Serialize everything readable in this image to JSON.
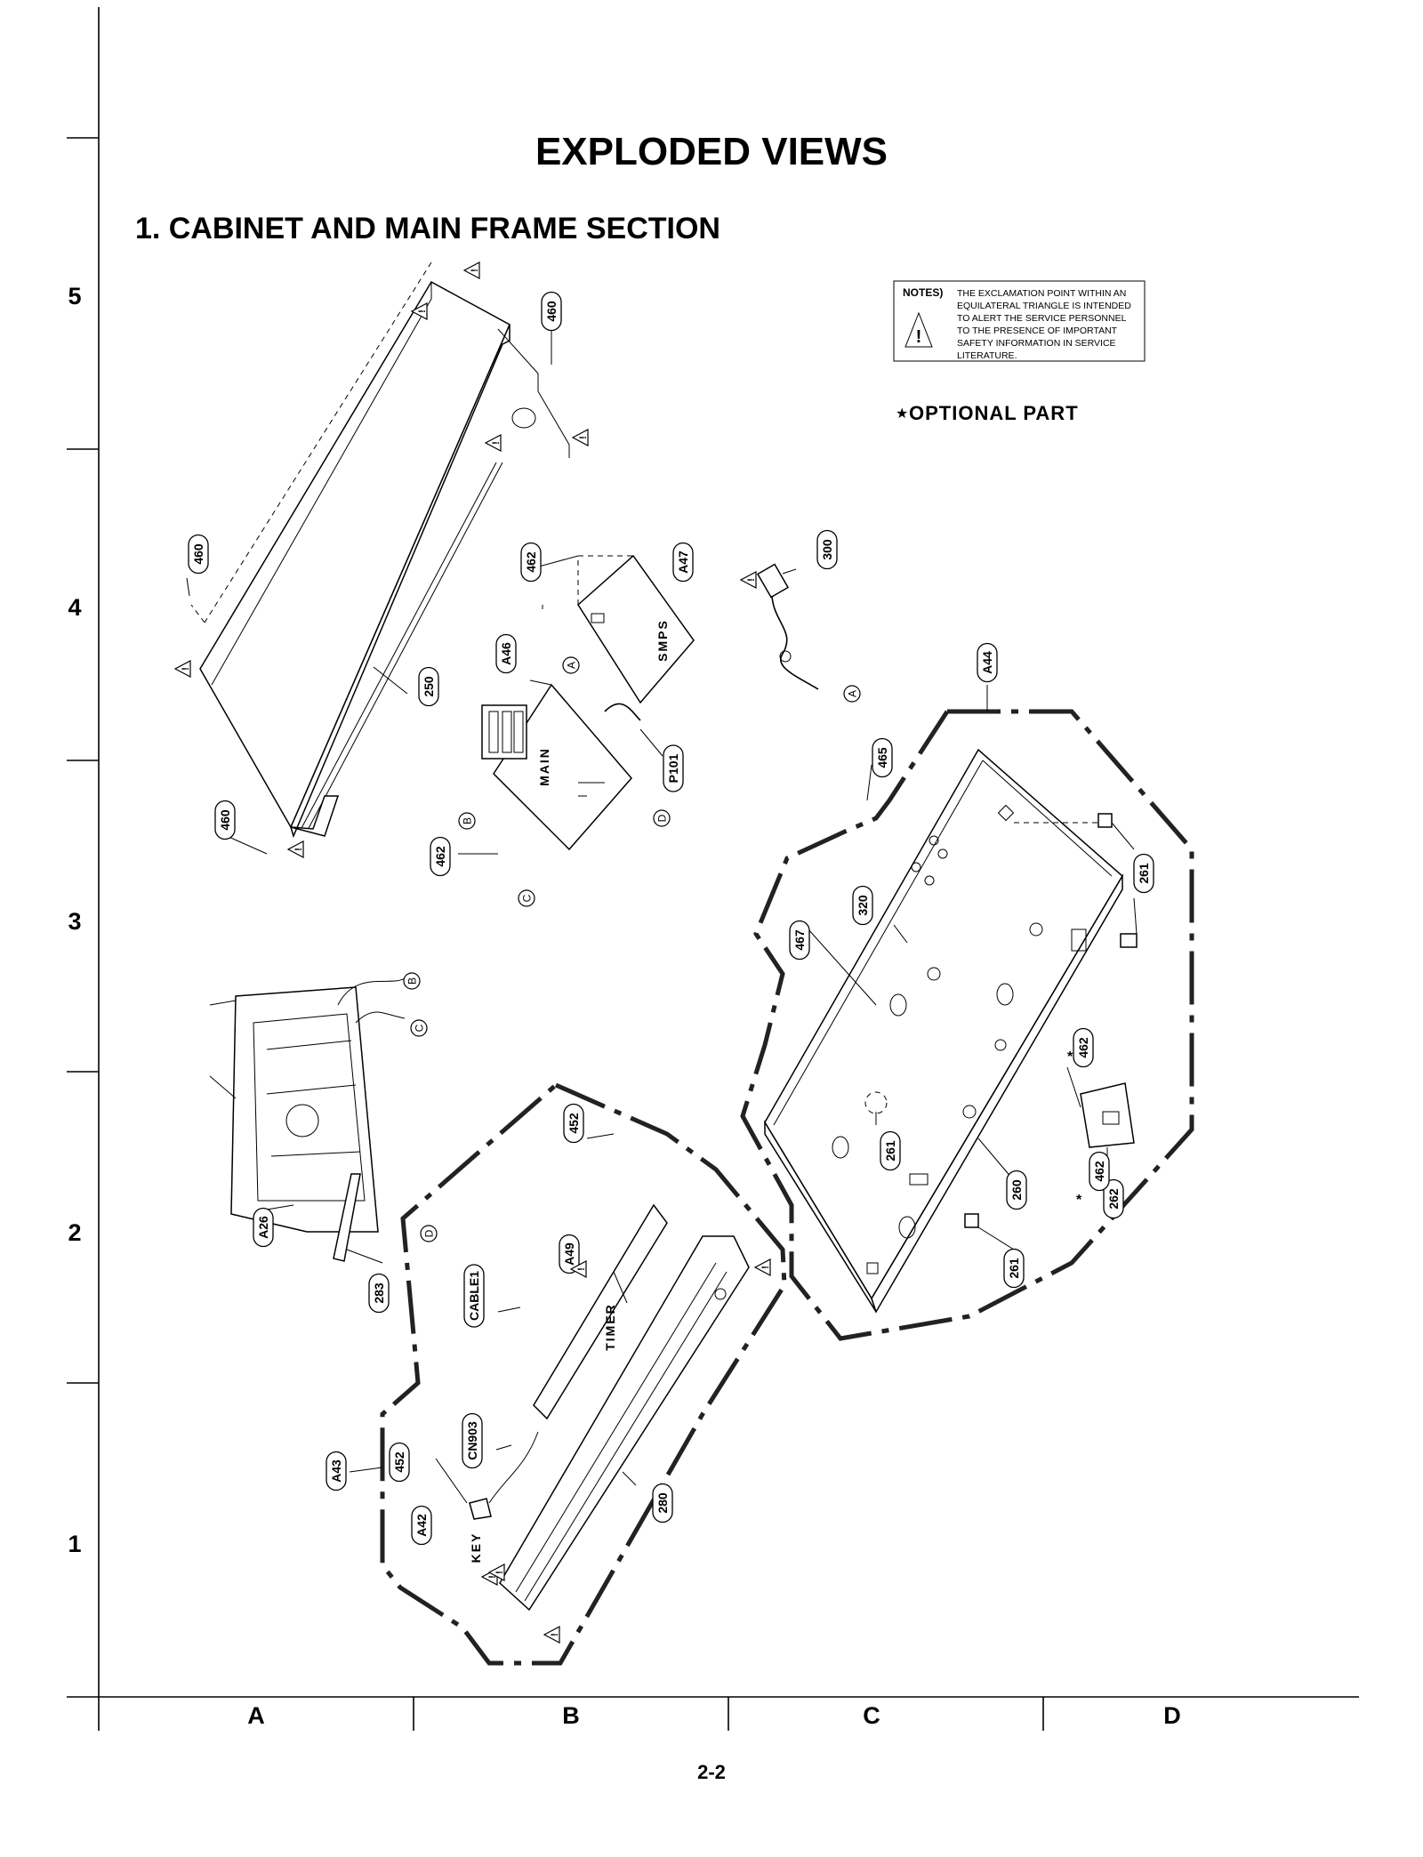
{
  "title": "EXPLODED VIEWS",
  "section": "1. CABINET AND MAIN FRAME SECTION",
  "notes": {
    "heading": "NOTES)",
    "lines": [
      "THE EXCLAMATION POINT WITHIN AN",
      "EQUILATERAL TRIANGLE IS INTENDED",
      "TO ALERT THE SERVICE PERSONNEL",
      "TO THE PRESENCE OF IMPORTANT",
      "SAFETY INFORMATION IN SERVICE",
      "LITERATURE."
    ]
  },
  "optional_part": "OPTIONAL PART",
  "page_number": "2-2",
  "grid": {
    "rows": [
      "5",
      "4",
      "3",
      "2",
      "1"
    ],
    "cols": [
      "A",
      "B",
      "C",
      "D"
    ]
  },
  "part_labels": [
    "460",
    "460",
    "460",
    "250",
    "462",
    "A47",
    "A46",
    "SMPS",
    "MAIN",
    "P101",
    "462",
    "300",
    "A44",
    "465",
    "320",
    "261",
    "467",
    "462",
    "261",
    "262",
    "260",
    "261",
    "462",
    "A26",
    "283",
    "452",
    "A49",
    "CABLE1",
    "TIMER",
    "280",
    "A43",
    "452",
    "CN903",
    "A42",
    "KEY"
  ],
  "connector_labels": [
    "A",
    "A",
    "B",
    "B",
    "C",
    "C",
    "D",
    "D"
  ],
  "optional_marks": [
    "*",
    "*"
  ],
  "warning_marks": [
    "!",
    "!",
    "!",
    "!",
    "!",
    "!",
    "!",
    "!",
    "!",
    "!",
    "!",
    "!"
  ]
}
